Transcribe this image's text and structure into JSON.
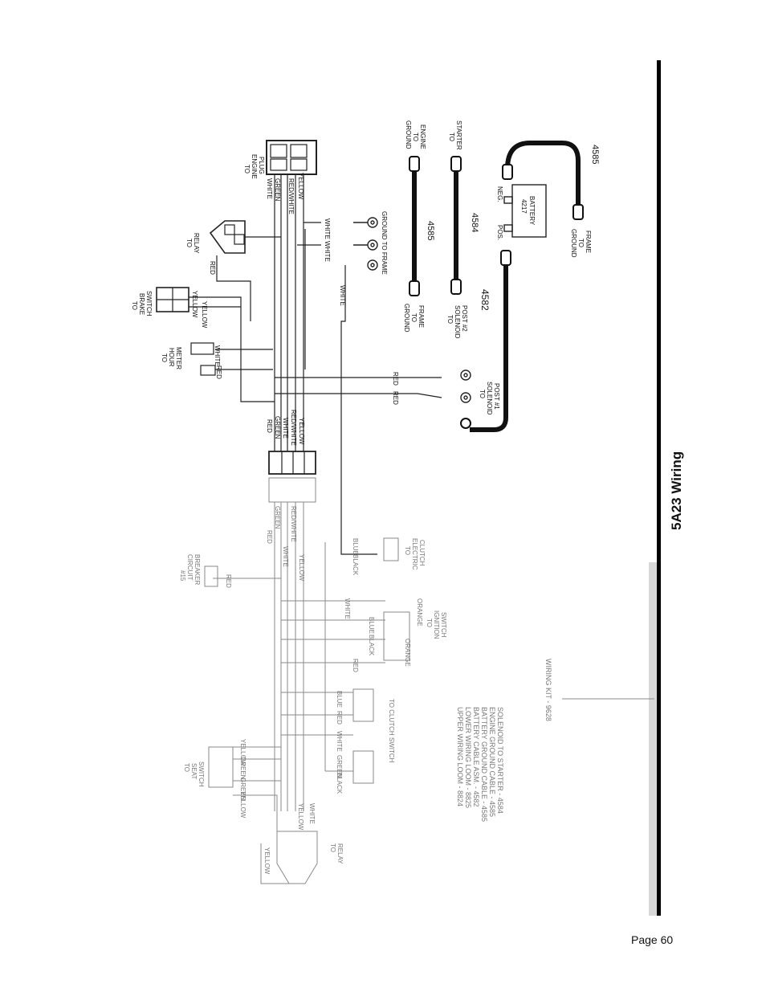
{
  "title": "5A23 Wiring",
  "page_number": "Page 60",
  "upper_diagram": {
    "engine_plug": {
      "to": "TO",
      "name": "ENGINE",
      "name2": "PLUG"
    },
    "relay": {
      "to": "TO",
      "name": "RELAY"
    },
    "brake_switch": {
      "to": "TO",
      "name": "BRAKE",
      "name2": "SWITCH"
    },
    "hour_meter": {
      "to": "TO",
      "name": "HOUR",
      "name2": "METER"
    },
    "wire_colors": {
      "white": "WHITE",
      "green": "GREEN",
      "red_white": "RED/WHITE",
      "yellow": "YELLOW",
      "red": "RED"
    },
    "ground_to_frame": "GROUND TO FRAME",
    "solenoid_post1": {
      "to": "TO",
      "name": "SOLENOID",
      "name2": "POST #1"
    },
    "cable_4585_top": {
      "code": "4585",
      "top": [
        "GROUND",
        "TO",
        "ENGINE"
      ],
      "bottom": [
        "GROUND",
        "TO",
        "FRAME"
      ]
    },
    "cable_4584": {
      "code": "4584",
      "top": [
        "TO",
        "STARTER"
      ],
      "bottom": [
        "TO",
        "SOLENOID",
        "POST #2"
      ]
    },
    "battery": {
      "label": "4217",
      "label2": "BATTERY",
      "neg": "NEG.",
      "pos": "POS."
    },
    "cable_4582": {
      "code": "4582"
    },
    "cable_4585_right": {
      "code": "4585",
      "bottom": [
        "GROUND",
        "TO",
        "FRAME"
      ]
    }
  },
  "lower_diagram": {
    "circuit_breaker": {
      "amps": "#15",
      "name": "CIRCUIT",
      "name2": "BREAKER"
    },
    "electric_clutch": {
      "to": "TO",
      "name": "ELECTRIC",
      "name2": "CLUTCH"
    },
    "ignition_switch": {
      "to": "TO",
      "name": "IGNITION",
      "name2": "SWITCH"
    },
    "clutch_switch": "TO CLUTCH SWITCH",
    "seat_switch": {
      "to": "TO",
      "name": "SEAT",
      "name2": "SWITCH"
    },
    "relay": {
      "to": "TO",
      "name": "RELAY"
    },
    "wire_colors": {
      "red": "RED",
      "green": "GREEN",
      "white": "WHITE",
      "red_white": "RED/WHITE",
      "yellow": "YELLOW",
      "blue": "BLUE",
      "black": "BLACK",
      "orange": "ORANGE"
    }
  },
  "parts_list": {
    "items": [
      "UPPER WIRING LOOM - 8824",
      "LOWER WIRING LOOM - 8825",
      "BATTERY CABLE ASM. - 4582",
      "BATTERY GROUND CABLE - 4585",
      "ENGINE GROUND CABLE - 4585",
      "SOLENOID TO STARTER - 4584"
    ],
    "kit": "WIRING KIT - 9628"
  }
}
